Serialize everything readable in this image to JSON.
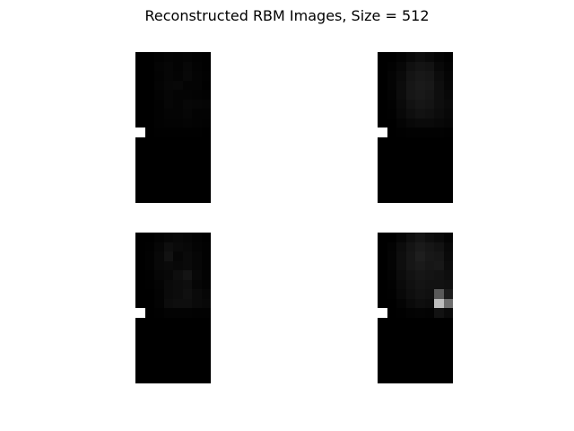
{
  "figure": {
    "title": "Reconstructed RBM Images, Size = 512"
  },
  "images": [
    {
      "name": "reconstruction-top-left",
      "rows": 16,
      "cols": 8,
      "pixels": [
        [
          0,
          0,
          2,
          4,
          3,
          4,
          2,
          1
        ],
        [
          0,
          0,
          4,
          6,
          3,
          7,
          3,
          1
        ],
        [
          0,
          0,
          3,
          6,
          4,
          8,
          4,
          2
        ],
        [
          0,
          0,
          4,
          7,
          8,
          4,
          4,
          1
        ],
        [
          0,
          0,
          3,
          6,
          4,
          4,
          3,
          2
        ],
        [
          0,
          0,
          2,
          6,
          4,
          7,
          6,
          5
        ],
        [
          0,
          0,
          2,
          4,
          4,
          6,
          3,
          3
        ],
        [
          0,
          0,
          2,
          3,
          3,
          4,
          3,
          2
        ],
        [
          255,
          0,
          1,
          1,
          1,
          1,
          1,
          0
        ],
        [
          0,
          0,
          0,
          0,
          0,
          0,
          0,
          0
        ],
        [
          0,
          0,
          0,
          0,
          0,
          0,
          0,
          0
        ],
        [
          0,
          0,
          0,
          0,
          0,
          0,
          0,
          0
        ],
        [
          0,
          0,
          0,
          0,
          0,
          0,
          0,
          0
        ],
        [
          0,
          0,
          0,
          0,
          0,
          0,
          0,
          0
        ],
        [
          0,
          0,
          0,
          0,
          0,
          0,
          0,
          0
        ],
        [
          0,
          0,
          0,
          0,
          0,
          0,
          0,
          0
        ]
      ]
    },
    {
      "name": "reconstruction-top-right",
      "rows": 16,
      "cols": 8,
      "pixels": [
        [
          0,
          0,
          3,
          8,
          13,
          9,
          4,
          1
        ],
        [
          0,
          2,
          7,
          16,
          20,
          18,
          8,
          3
        ],
        [
          0,
          4,
          10,
          20,
          24,
          22,
          12,
          5
        ],
        [
          0,
          4,
          12,
          22,
          26,
          24,
          14,
          6
        ],
        [
          0,
          3,
          12,
          22,
          25,
          22,
          14,
          8
        ],
        [
          0,
          2,
          10,
          18,
          22,
          20,
          14,
          10
        ],
        [
          0,
          1,
          8,
          14,
          18,
          16,
          12,
          8
        ],
        [
          0,
          0,
          4,
          8,
          10,
          10,
          8,
          6
        ],
        [
          255,
          0,
          1,
          2,
          2,
          2,
          2,
          1
        ],
        [
          0,
          0,
          0,
          0,
          0,
          0,
          0,
          0
        ],
        [
          0,
          0,
          0,
          0,
          0,
          0,
          0,
          0
        ],
        [
          0,
          0,
          0,
          0,
          0,
          0,
          0,
          0
        ],
        [
          0,
          0,
          0,
          0,
          0,
          0,
          0,
          0
        ],
        [
          0,
          0,
          0,
          0,
          0,
          0,
          0,
          0
        ],
        [
          0,
          0,
          0,
          0,
          0,
          0,
          0,
          0
        ],
        [
          0,
          0,
          0,
          0,
          0,
          0,
          0,
          0
        ]
      ]
    },
    {
      "name": "reconstruction-bottom-left",
      "rows": 16,
      "cols": 8,
      "pixels": [
        [
          0,
          0,
          3,
          6,
          8,
          6,
          3,
          1
        ],
        [
          0,
          1,
          6,
          14,
          10,
          8,
          4,
          2
        ],
        [
          0,
          2,
          8,
          18,
          6,
          10,
          6,
          2
        ],
        [
          0,
          2,
          8,
          10,
          8,
          10,
          6,
          2
        ],
        [
          0,
          1,
          6,
          8,
          14,
          20,
          8,
          3
        ],
        [
          0,
          1,
          4,
          10,
          12,
          14,
          6,
          3
        ],
        [
          0,
          0,
          3,
          10,
          12,
          16,
          10,
          6
        ],
        [
          0,
          0,
          3,
          12,
          14,
          14,
          10,
          8
        ],
        [
          255,
          0,
          1,
          3,
          3,
          3,
          2,
          2
        ],
        [
          0,
          0,
          0,
          0,
          0,
          0,
          0,
          0
        ],
        [
          0,
          0,
          0,
          0,
          0,
          0,
          0,
          0
        ],
        [
          0,
          0,
          0,
          0,
          0,
          0,
          0,
          0
        ],
        [
          0,
          0,
          0,
          0,
          0,
          0,
          0,
          0
        ],
        [
          0,
          0,
          0,
          0,
          0,
          0,
          0,
          0
        ],
        [
          0,
          0,
          0,
          0,
          0,
          0,
          0,
          0
        ],
        [
          0,
          0,
          0,
          0,
          0,
          0,
          0,
          0
        ]
      ]
    },
    {
      "name": "reconstruction-bottom-right",
      "rows": 16,
      "cols": 8,
      "pixels": [
        [
          0,
          0,
          6,
          14,
          20,
          14,
          10,
          4
        ],
        [
          0,
          3,
          12,
          20,
          26,
          22,
          18,
          8
        ],
        [
          0,
          4,
          14,
          22,
          30,
          24,
          22,
          10
        ],
        [
          0,
          4,
          14,
          22,
          26,
          22,
          24,
          12
        ],
        [
          0,
          3,
          12,
          18,
          22,
          20,
          18,
          14
        ],
        [
          0,
          2,
          10,
          16,
          20,
          18,
          18,
          16
        ],
        [
          0,
          1,
          8,
          14,
          18,
          16,
          90,
          28
        ],
        [
          0,
          0,
          4,
          10,
          14,
          12,
          190,
          110
        ],
        [
          255,
          0,
          1,
          3,
          4,
          3,
          18,
          10
        ],
        [
          0,
          0,
          0,
          0,
          0,
          0,
          0,
          0
        ],
        [
          0,
          0,
          0,
          0,
          0,
          0,
          0,
          0
        ],
        [
          0,
          0,
          0,
          0,
          0,
          0,
          0,
          0
        ],
        [
          0,
          0,
          0,
          0,
          0,
          0,
          0,
          0
        ],
        [
          0,
          0,
          0,
          0,
          0,
          0,
          0,
          0
        ],
        [
          0,
          0,
          0,
          0,
          0,
          0,
          0,
          0
        ],
        [
          0,
          0,
          0,
          0,
          0,
          0,
          0,
          0
        ]
      ]
    }
  ]
}
